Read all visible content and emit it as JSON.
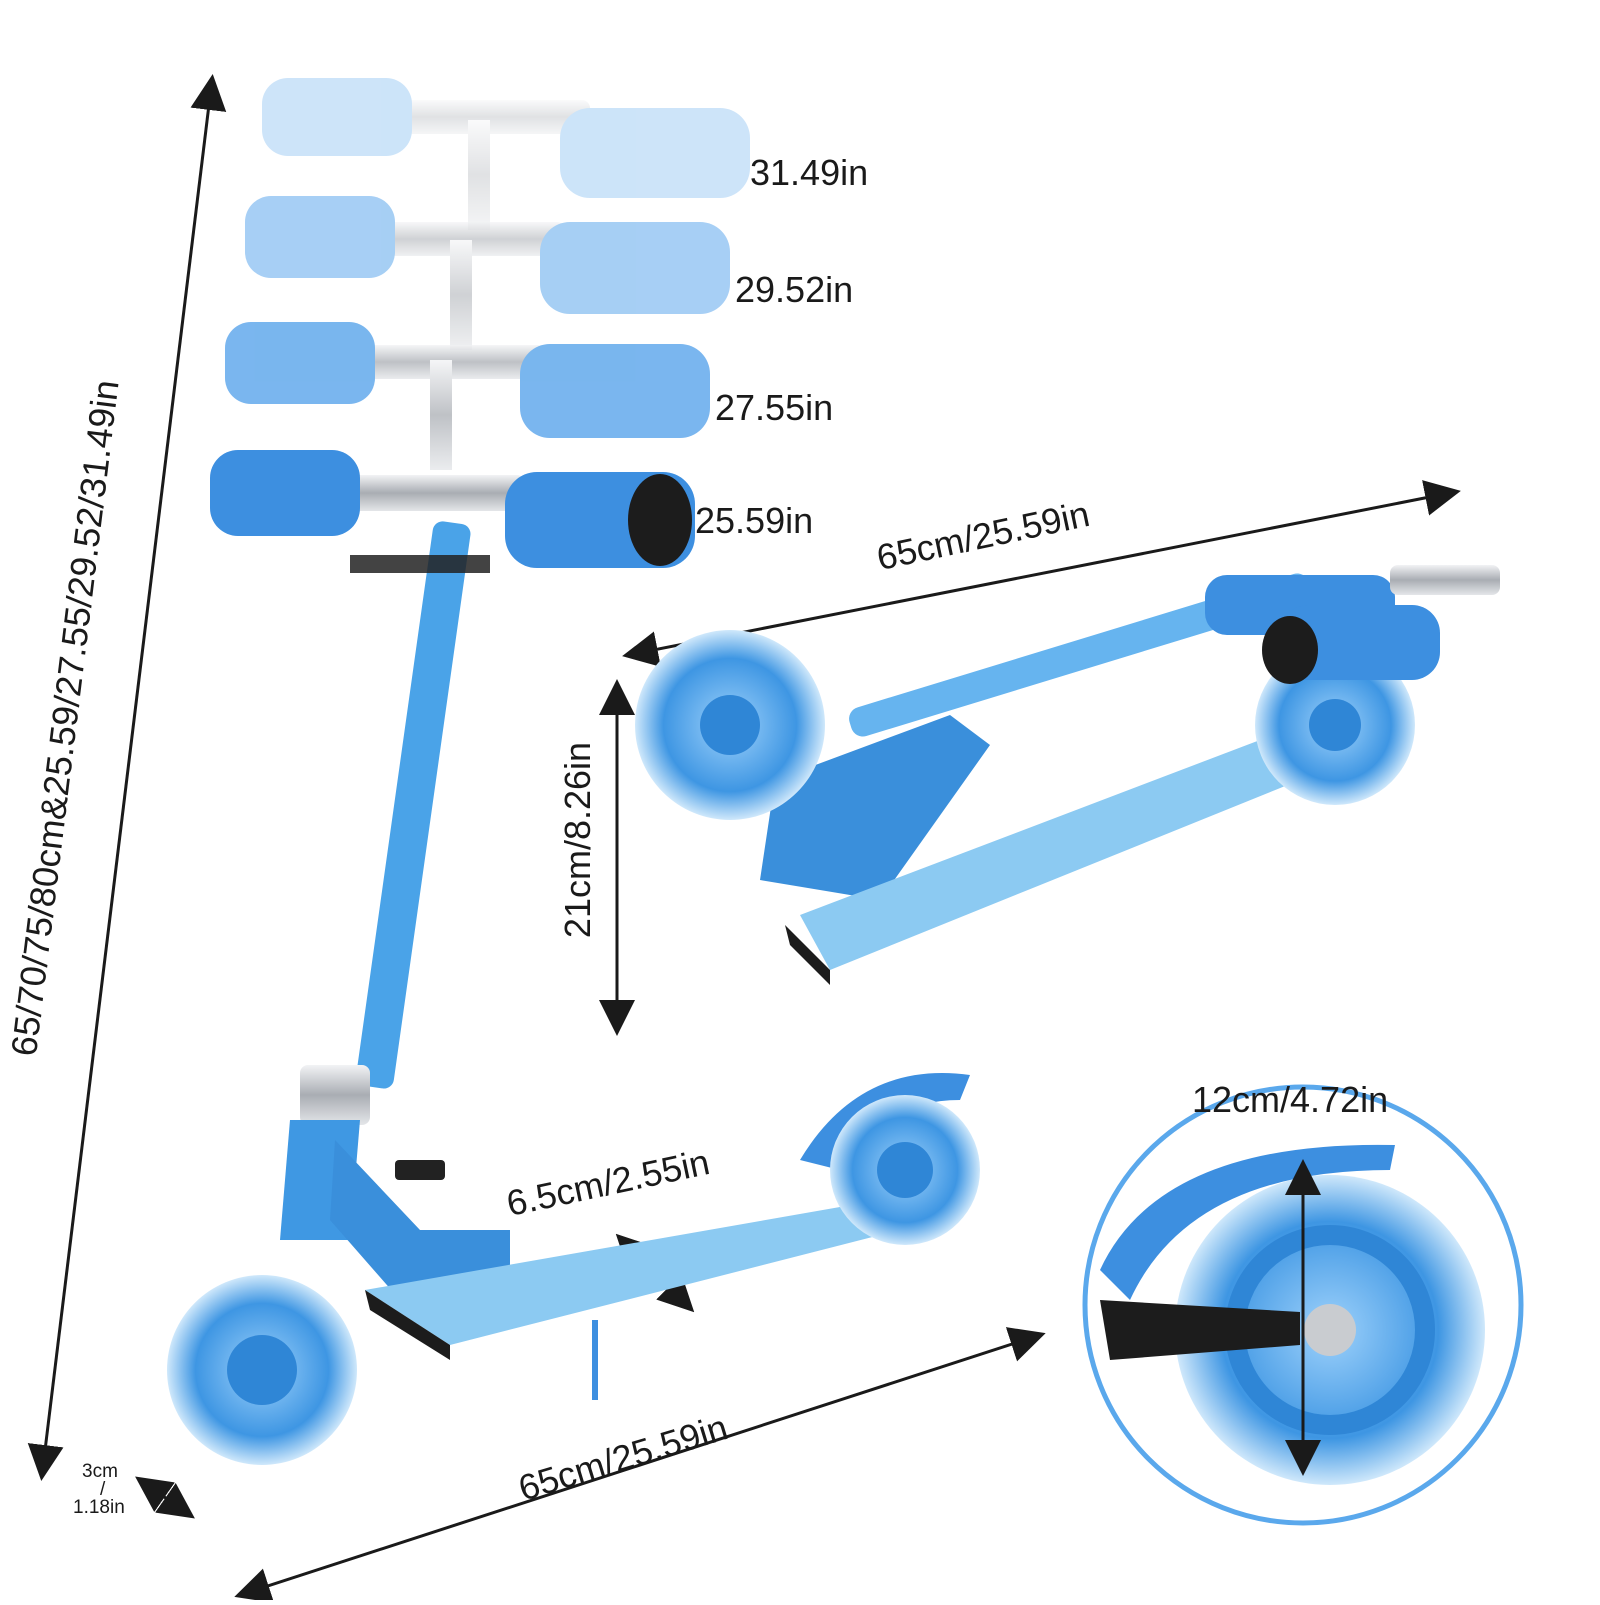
{
  "labels": {
    "total_height": "65/70/75/80cm&25.59/27.55/29.52/31.49in",
    "h1": "31.49in",
    "h2": "29.52in",
    "h3": "27.55in",
    "h4": "25.59in",
    "folded_length": "65cm/25.59in",
    "folded_height": "21cm/8.26in",
    "deck_width": "6.5cm/2.55in",
    "deck_length": "65cm/25.59in",
    "wheel_diameter": "12cm/4.72in",
    "deck_clearance_top": "3cm",
    "deck_clearance_sep": "/",
    "deck_clearance_bottom": "1.18in"
  },
  "colors": {
    "scooter_blue": "#4aa3e8",
    "deck_blue": "#8ccaf2",
    "wheel_blue": "#2f86d6",
    "grip_blue": "#3d8fe0",
    "chrome": "#c9ccd0",
    "detail_ring": "#5aa8ec"
  }
}
